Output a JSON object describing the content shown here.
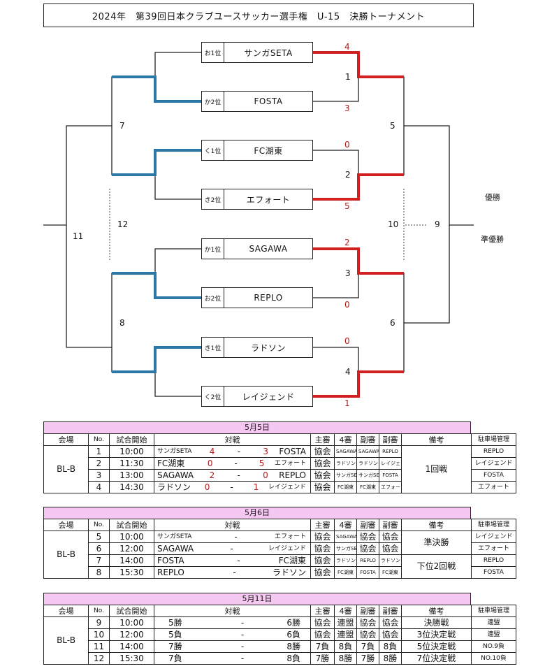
{
  "title": "2024年　第39回日本クラブユースサッカー選手権　U-15　決勝トーナメント",
  "bracket": {
    "teams": [
      {
        "seed": "お1位",
        "name": "サンガSETA",
        "score": "4"
      },
      {
        "seed": "か2位",
        "name": "FOSTA",
        "score": "3"
      },
      {
        "seed": "く1位",
        "name": "FC湖東",
        "score": "0"
      },
      {
        "seed": "き2位",
        "name": "エフォート",
        "score": "5"
      },
      {
        "seed": "か1位",
        "name": "SAGAWA",
        "score": "2"
      },
      {
        "seed": "お2位",
        "name": "REPLO",
        "score": "0"
      },
      {
        "seed": "き1位",
        "name": "ラドソン",
        "score": "0"
      },
      {
        "seed": "く2位",
        "name": "レイジェンド",
        "score": "1"
      }
    ],
    "match_nums": {
      "m1": "1",
      "m2": "2",
      "m3": "3",
      "m4": "4",
      "m5": "5",
      "m6": "6",
      "m7": "7",
      "m8": "8",
      "m9": "9",
      "m10": "10",
      "m11": "11",
      "m12": "12"
    },
    "champion_label": "優勝",
    "runnerup_label": "準優勝"
  },
  "schedule": [
    {
      "date": "5月5日",
      "headers": [
        "会場",
        "No.",
        "試合開始",
        "対戦",
        "主審",
        "4審",
        "副審",
        "副審",
        "備考",
        "駐車場管理"
      ],
      "venue": "BL-B",
      "note_rows": [
        {
          "text": "1回戦",
          "span": 4
        }
      ],
      "rows": [
        {
          "no": "1",
          "time": "10:00",
          "team_a": "サンガSETA",
          "score_a": "4",
          "dash": "-",
          "score_b": "3",
          "team_b": "FOSTA",
          "ref": "協会",
          "fourth": "SAGAWA",
          "ar1": "SAGAWA",
          "ar2": "REPLO",
          "parking": "REPLO"
        },
        {
          "no": "2",
          "time": "11:30",
          "team_a": "FC湖東",
          "score_a": "0",
          "dash": "-",
          "score_b": "5",
          "team_b": "エフォート",
          "ref": "協会",
          "fourth": "ラドソン",
          "ar1": "ラドソン",
          "ar2": "レイジェンド",
          "parking": "レイジェンド"
        },
        {
          "no": "3",
          "time": "13:00",
          "team_a": "SAGAWA",
          "score_a": "2",
          "dash": "-",
          "score_b": "0",
          "team_b": "REPLO",
          "ref": "協会",
          "fourth": "サンガSETA",
          "ar1": "サンガSETA",
          "ar2": "FOSTA",
          "parking": "FOSTA"
        },
        {
          "no": "4",
          "time": "14:30",
          "team_a": "ラドソン",
          "score_a": "0",
          "dash": "-",
          "score_b": "1",
          "team_b": "レイジェンド",
          "ref": "協会",
          "fourth": "FC湖東",
          "ar1": "FC湖東",
          "ar2": "エフォート",
          "parking": "エフォート"
        }
      ]
    },
    {
      "date": "5月6日",
      "headers": [
        "会場",
        "No.",
        "試合開始",
        "対戦",
        "主審",
        "4審",
        "副審",
        "副審",
        "備考",
        "駐車場管理"
      ],
      "venue": "BL-B",
      "note_rows": [
        {
          "text": "準決勝",
          "span": 2
        },
        {
          "text": "下位2回戦",
          "span": 2
        }
      ],
      "rows": [
        {
          "no": "5",
          "time": "10:00",
          "team_a": "サンガSETA",
          "score_a": "",
          "dash": "-",
          "score_b": "",
          "team_b": "エフォート",
          "ref": "協会",
          "fourth": "SAGAWA",
          "ar1": "協会",
          "ar2": "協会",
          "parking": "レイジェンド"
        },
        {
          "no": "6",
          "time": "12:00",
          "team_a": "SAGAWA",
          "score_a": "",
          "dash": "-",
          "score_b": "",
          "team_b": "レイジェンド",
          "ref": "協会",
          "fourth": "サンガSETA",
          "ar1": "協会",
          "ar2": "協会",
          "parking": "エフォート"
        },
        {
          "no": "7",
          "time": "14:00",
          "team_a": "FOSTA",
          "score_a": "",
          "dash": "-",
          "score_b": "",
          "team_b": "FC湖東",
          "ref": "協会",
          "fourth": "ラドソン",
          "ar1": "REPLO",
          "ar2": "ラドソン",
          "parking": "REPLO"
        },
        {
          "no": "8",
          "time": "15:30",
          "team_a": "REPLO",
          "score_a": "",
          "dash": "-",
          "score_b": "",
          "team_b": "ラドソン",
          "ref": "協会",
          "fourth": "FC湖東",
          "ar1": "FOSTA",
          "ar2": "FC湖東",
          "parking": "FOSTA"
        }
      ]
    },
    {
      "date": "5月11日",
      "headers": [
        "会場",
        "No.",
        "試合開始",
        "対戦",
        "主審",
        "4審",
        "副審",
        "副審",
        "備考",
        "駐車場管理"
      ],
      "venue": "BL-B",
      "note_rows": [
        {
          "text": "決勝戦",
          "span": 1
        },
        {
          "text": "3位決定戦",
          "span": 1
        },
        {
          "text": "5位決定戦",
          "span": 1
        },
        {
          "text": "7位決定戦",
          "span": 1
        }
      ],
      "rows": [
        {
          "no": "9",
          "time": "10:00",
          "team_a": "5勝",
          "score_a": "",
          "dash": "-",
          "score_b": "",
          "team_b": "6勝",
          "ref": "協会",
          "fourth": "連盟",
          "ar1": "協会",
          "ar2": "協会",
          "parking": "連盟"
        },
        {
          "no": "10",
          "time": "12:00",
          "team_a": "5負",
          "score_a": "",
          "dash": "-",
          "score_b": "",
          "team_b": "6負",
          "ref": "協会",
          "fourth": "連盟",
          "ar1": "協会",
          "ar2": "協会",
          "parking": "連盟"
        },
        {
          "no": "11",
          "time": "14:00",
          "team_a": "7勝",
          "score_a": "",
          "dash": "-",
          "score_b": "",
          "team_b": "8勝",
          "ref": "7負",
          "fourth": "8負",
          "ar1": "7負",
          "ar2": "8負",
          "parking": "NO.9負"
        },
        {
          "no": "12",
          "time": "15:30",
          "team_a": "7負",
          "score_a": "",
          "dash": "-",
          "score_b": "",
          "team_b": "8負",
          "ref": "7勝",
          "fourth": "8勝",
          "ar1": "7勝",
          "ar2": "8勝",
          "parking": "NO.10負"
        }
      ]
    }
  ],
  "colors": {
    "winner_line": "#d02020",
    "loser_line": "#2a77a8",
    "score": "#b02020",
    "date_bar": "#f4c8f0"
  }
}
